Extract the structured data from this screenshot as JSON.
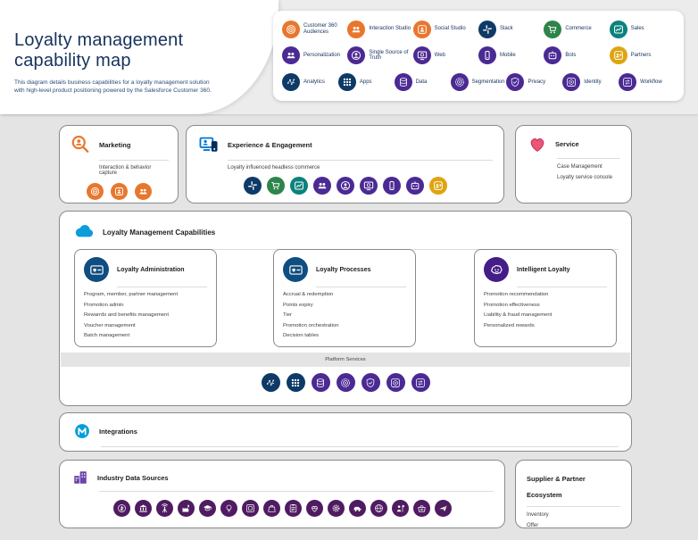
{
  "header": {
    "title": "Loyalty management capability map",
    "subtitle": "This diagram details business capabilities for a loyalty management solution with high-level product positioning powered by the Salesforce Customer 360."
  },
  "colors": {
    "orange": "#E8772E",
    "navy": "#0D3A67",
    "green": "#2E844A",
    "teal": "#0B827C",
    "purple": "#4B2A94",
    "gold": "#DFA510",
    "plum": "#4F1B61",
    "loyalty_navy": "#104D80",
    "intelligent_purple": "#451D87",
    "cloud_blue": "#0D9DDA",
    "mulesoft_blue": "#019EDA",
    "title_navy": "#16325C"
  },
  "legend": {
    "rows": [
      [
        {
          "name": "customer-360-audiences",
          "label": "Customer 360 Audiences",
          "icon": "audiences",
          "color": "#E8772E"
        },
        {
          "name": "interaction-studio",
          "label": "Interaction Studio",
          "icon": "people",
          "color": "#E8772E"
        },
        {
          "name": "social-studio",
          "label": "Social Studio",
          "icon": "person-frame",
          "color": "#E8772E"
        },
        {
          "name": "slack",
          "label": "Slack",
          "icon": "slack",
          "color": "#0D3A67"
        },
        {
          "name": "commerce",
          "label": "Commerce",
          "icon": "cart",
          "color": "#2E844A"
        },
        {
          "name": "sales",
          "label": "Sales",
          "icon": "chart-frame",
          "color": "#0B827C"
        }
      ],
      [
        {
          "name": "personalization",
          "label": "Personalization",
          "icon": "people",
          "color": "#4B2A94"
        },
        {
          "name": "single-source-of-truth",
          "label": "Single Source of Truth",
          "icon": "person-sync",
          "color": "#4B2A94"
        },
        {
          "name": "web",
          "label": "Web",
          "icon": "web",
          "color": "#4B2A94"
        },
        {
          "name": "mobile",
          "label": "Mobile",
          "icon": "mobile",
          "color": "#4B2A94"
        },
        {
          "name": "bots",
          "label": "Bots",
          "icon": "bot",
          "color": "#4B2A94"
        },
        {
          "name": "partners",
          "label": "Partners",
          "icon": "partner",
          "color": "#DFA510"
        }
      ],
      [
        {
          "name": "analytics",
          "label": "Analytics",
          "icon": "analytics",
          "color": "#0D3A67"
        },
        {
          "name": "apps",
          "label": "Apps",
          "icon": "apps",
          "color": "#0D3A67"
        },
        {
          "name": "data",
          "label": "Data",
          "icon": "data",
          "color": "#4B2A94"
        },
        {
          "name": "segmentation",
          "label": "Segmentation",
          "icon": "segmentation",
          "color": "#4B2A94"
        },
        {
          "name": "privacy",
          "label": "Privacy",
          "icon": "privacy",
          "color": "#4B2A94"
        },
        {
          "name": "identity",
          "label": "Identity",
          "icon": "identity",
          "color": "#4B2A94"
        },
        {
          "name": "workflow",
          "label": "Workflow",
          "icon": "workflow",
          "color": "#4B2A94"
        }
      ]
    ]
  },
  "top_row": {
    "marketing": {
      "title": "Marketing",
      "header_icon": "magnifier-person",
      "description": "Interaction & behavior capture",
      "icons": [
        {
          "name": "customer-360-audiences",
          "icon": "audiences",
          "color": "#E8772E"
        },
        {
          "name": "social-studio",
          "icon": "person-frame",
          "color": "#E8772E"
        },
        {
          "name": "interaction-studio",
          "icon": "people",
          "color": "#E8772E"
        }
      ]
    },
    "experience": {
      "title": "Experience & Engagement",
      "header_icon": "kiosk",
      "description": "Loyalty influenced headless commerce",
      "icons": [
        {
          "name": "slack",
          "icon": "slack",
          "color": "#0D3A67"
        },
        {
          "name": "commerce",
          "icon": "cart",
          "color": "#2E844A"
        },
        {
          "name": "sales",
          "icon": "chart-frame",
          "color": "#0B827C"
        },
        {
          "name": "personalization",
          "icon": "people",
          "color": "#4B2A94"
        },
        {
          "name": "single-source-of-truth",
          "icon": "person-sync",
          "color": "#4B2A94"
        },
        {
          "name": "web",
          "icon": "web",
          "color": "#4B2A94"
        },
        {
          "name": "mobile",
          "icon": "mobile",
          "color": "#4B2A94"
        },
        {
          "name": "bots",
          "icon": "bot",
          "color": "#4B2A94"
        },
        {
          "name": "partners",
          "icon": "partner",
          "color": "#DFA510"
        }
      ]
    },
    "service": {
      "title": "Service",
      "header_icon": "heart",
      "items": [
        "Case Management",
        "Loyalty service console"
      ]
    }
  },
  "capabilities": {
    "title": "Loyalty Management Capabilities",
    "header_icon": "cloud",
    "boxes": [
      {
        "title": "Loyalty Administration",
        "icon": "loyalty-card",
        "color": "#104D80",
        "items": [
          "Program, member, partner management",
          "Promotion admin",
          "Rewarrds and benefits management",
          "Voucher management",
          "Batch management"
        ]
      },
      {
        "title": "Loyalty Processes",
        "icon": "loyalty-card",
        "color": "#104D80",
        "items": [
          "Accrual & redemption",
          "Points expiry",
          "Tier",
          "Promotion orchestration",
          "Decision tables"
        ]
      },
      {
        "title": "Intelligent Loyalty",
        "icon": "einstein",
        "color": "#451D87",
        "items": [
          "Promotion recommendation",
          "Promotion effectiveness",
          "Liability & fraud management",
          "Personalized rewards"
        ]
      }
    ],
    "platform_label": "Platform Services",
    "platform_icons": [
      {
        "name": "analytics",
        "icon": "analytics",
        "color": "#0D3A67"
      },
      {
        "name": "apps",
        "icon": "apps",
        "color": "#0D3A67"
      },
      {
        "name": "data",
        "icon": "data",
        "color": "#4B2A94"
      },
      {
        "name": "segmentation",
        "icon": "segmentation",
        "color": "#4B2A94"
      },
      {
        "name": "privacy",
        "icon": "privacy",
        "color": "#4B2A94"
      },
      {
        "name": "identity",
        "icon": "identity",
        "color": "#4B2A94"
      },
      {
        "name": "workflow",
        "icon": "workflow",
        "color": "#4B2A94"
      }
    ]
  },
  "integrations": {
    "title": "Integrations",
    "header_icon": "mulesoft"
  },
  "industry": {
    "title": "Industry Data Sources",
    "header_icon": "buildings",
    "icons": [
      {
        "name": "finance-coin",
        "icon": "finance-coin",
        "color": "#4F1B61"
      },
      {
        "name": "banking",
        "icon": "bank",
        "color": "#4F1B61"
      },
      {
        "name": "communications-tower",
        "icon": "communications-tower",
        "color": "#4F1B61"
      },
      {
        "name": "manufacturing",
        "icon": "manufacturing-factory",
        "color": "#4F1B61"
      },
      {
        "name": "education",
        "icon": "education-cap",
        "color": "#4F1B61"
      },
      {
        "name": "energy-utilities",
        "icon": "energy-bulb",
        "color": "#4F1B61"
      },
      {
        "name": "media",
        "icon": "media-screen",
        "color": "#4F1B61"
      },
      {
        "name": "retail",
        "icon": "retail-bag",
        "color": "#4F1B61"
      },
      {
        "name": "documents",
        "icon": "clipboard-doc",
        "color": "#4F1B61"
      },
      {
        "name": "healthcare",
        "icon": "healthcare-heart",
        "color": "#4F1B61"
      },
      {
        "name": "engineering",
        "icon": "engineering-gear",
        "color": "#4F1B61"
      },
      {
        "name": "automotive",
        "icon": "automotive-car",
        "color": "#4F1B61"
      },
      {
        "name": "global-network",
        "icon": "global-network",
        "color": "#4F1B61"
      },
      {
        "name": "public-sector",
        "icon": "public-sector-person",
        "color": "#4F1B61"
      },
      {
        "name": "consumer-goods",
        "icon": "consumer-goods-basket",
        "color": "#4F1B61"
      },
      {
        "name": "travel",
        "icon": "travel-plane",
        "color": "#4F1B61"
      }
    ]
  },
  "supplier": {
    "title": "Supplier & Partner Ecosystem",
    "items": [
      "Inventory",
      "Offer"
    ]
  }
}
